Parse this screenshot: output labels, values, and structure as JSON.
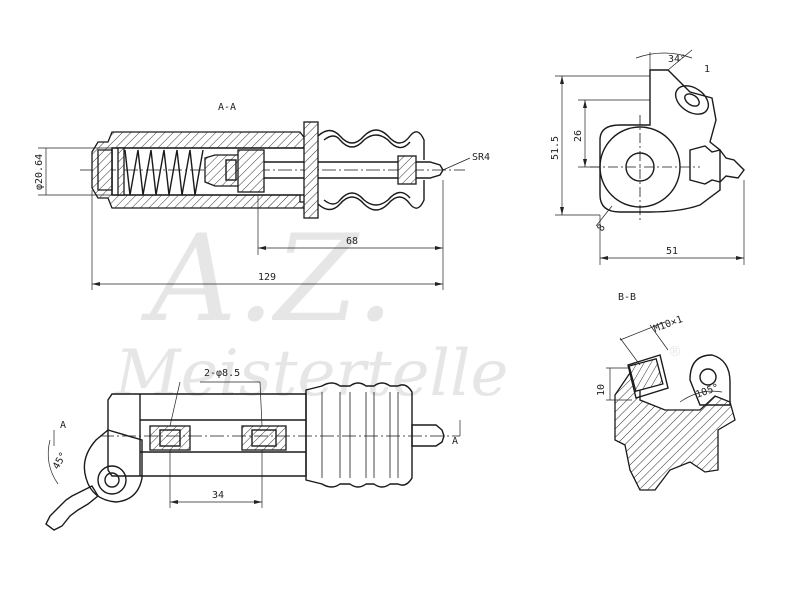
{
  "watermark": {
    "initials": "A.Z.",
    "brand": "Meistertelle",
    "registered": "®"
  },
  "section_aa": {
    "title": "A-A"
  },
  "section_bb": {
    "title": "B-B"
  },
  "dimensions": {
    "bore_diameter": "φ20.64",
    "spherical_radius": "SR4",
    "stroke_length": "68",
    "overall_length": "129",
    "port_angle_side": "34°",
    "height_total": "51.5",
    "height_port": "26",
    "width_side": "51",
    "mount_holes": "2-φ8.5",
    "hole_spacing": "34",
    "port_angle_bottom": "45°",
    "thread": "M10×1",
    "thread_depth": "10",
    "seat_angle": "105°"
  },
  "markers": {
    "section_a": "A",
    "small_8": "8",
    "small_1": "1"
  }
}
